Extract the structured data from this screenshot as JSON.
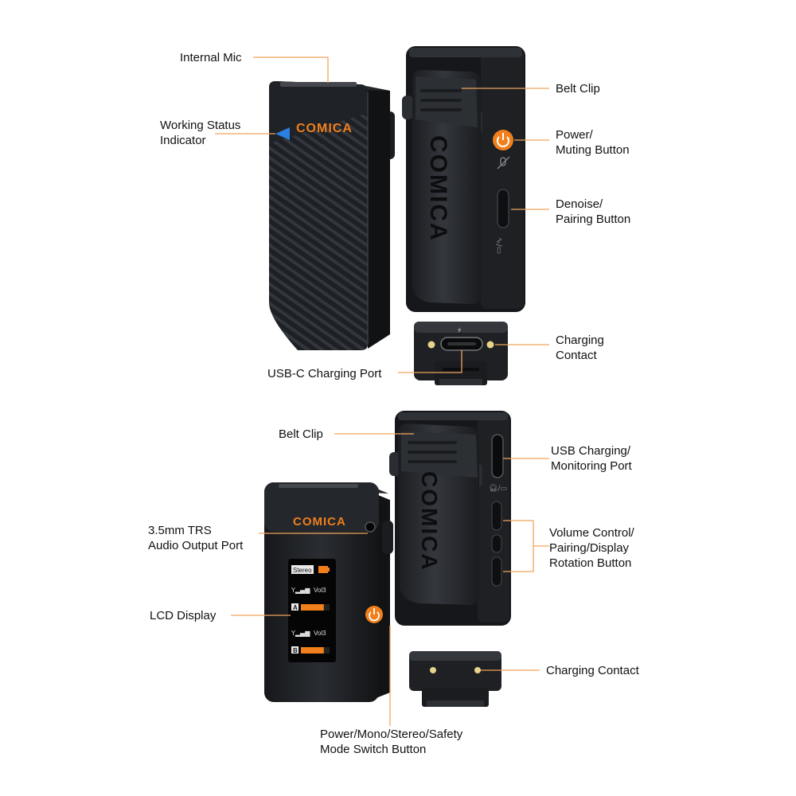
{
  "brand": {
    "logo_text": "COMICA",
    "clip_text": "COMICA"
  },
  "accent_color": "#f07f1c",
  "indicator_color": "#2b7fe0",
  "labels": {
    "internal_mic": "Internal Mic",
    "working_status_1": "Working Status",
    "working_status_2": "Indicator",
    "belt_clip_top": "Belt Clip",
    "power_muting_1": "Power/",
    "power_muting_2": "Muting Button",
    "denoise_pairing_1": "Denoise/",
    "denoise_pairing_2": "Pairing Button",
    "charging_contact_top_1": "Charging",
    "charging_contact_top_2": "Contact",
    "usbc_charging_port": "USB-C Charging Port",
    "belt_clip_bottom": "Belt Clip",
    "usb_monitoring_1": "USB Charging/",
    "usb_monitoring_2": "Monitoring Port",
    "trs_port_1": "3.5mm TRS",
    "trs_port_2": "Audio Output Port",
    "volume_control_1": "Volume Control/",
    "volume_control_2": "Pairing/Display",
    "volume_control_3": "Rotation Button",
    "lcd_display": "LCD Display",
    "charging_contact_bottom": "Charging Contact",
    "power_mode_1": "Power/Mono/Stereo/Safety",
    "power_mode_2": "Mode Switch Button"
  },
  "lcd": {
    "mode": "Stereo",
    "channel_a_volume": "Vol3",
    "channel_a_id": "A",
    "channel_b_volume": "Vol3",
    "channel_b_id": "B",
    "battery_a_level": 0.8,
    "battery_b_level": 0.8
  }
}
